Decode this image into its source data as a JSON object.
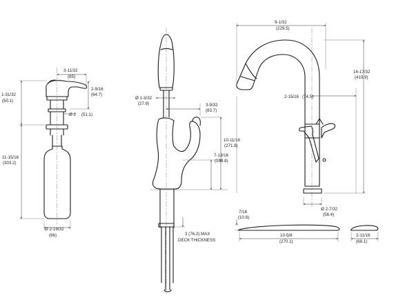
{
  "soap_dispenser": {
    "head_reach": "3-11/32",
    "head_reach_mm": "(85)",
    "head_height": "2-9/16",
    "head_height_mm": "(64.7)",
    "top_above_deck": "1-31/32",
    "top_above_deck_mm": "(50.1)",
    "shank_diameter": "Ø 2",
    "shank_diameter_mm": "(51.1)",
    "overall_length": "11-15/16",
    "overall_length_mm": "(303.2)",
    "bottle_diameter": "Ø 2-19/32",
    "bottle_diameter_mm": "(66)"
  },
  "faucet_side": {
    "sprayhead_diameter": "Ø 1-3/32",
    "sprayhead_diameter_mm": "(27.9)",
    "handle_reach": "3-9/32",
    "handle_reach_mm": "(83.7)",
    "handle_height": "10-11/16",
    "handle_height_mm": "(271.8)",
    "body_height": "7-13/16",
    "body_height_mm": "(198.8)",
    "deck_thickness_line1": "3  (76.2)  MAX",
    "deck_thickness_line2": "DECK  THICKNESS"
  },
  "faucet_front": {
    "spout_reach": "9-1/32",
    "spout_reach_mm": "(229.5)",
    "overall_height": "16-17/32",
    "overall_height_mm": "(419.9)",
    "handle_span": "2-15/16",
    "handle_span_mm": "(74.5)",
    "base_diameter": "Ø 2-7/32",
    "base_diameter_mm": "(56.4)"
  },
  "deckplate": {
    "height": "7/16",
    "height_mm": "(10.8)",
    "length": "10-5/8",
    "length_mm": "(270.1)",
    "small_plate_length": "2-11/16",
    "small_plate_length_mm": "(68.1)"
  }
}
